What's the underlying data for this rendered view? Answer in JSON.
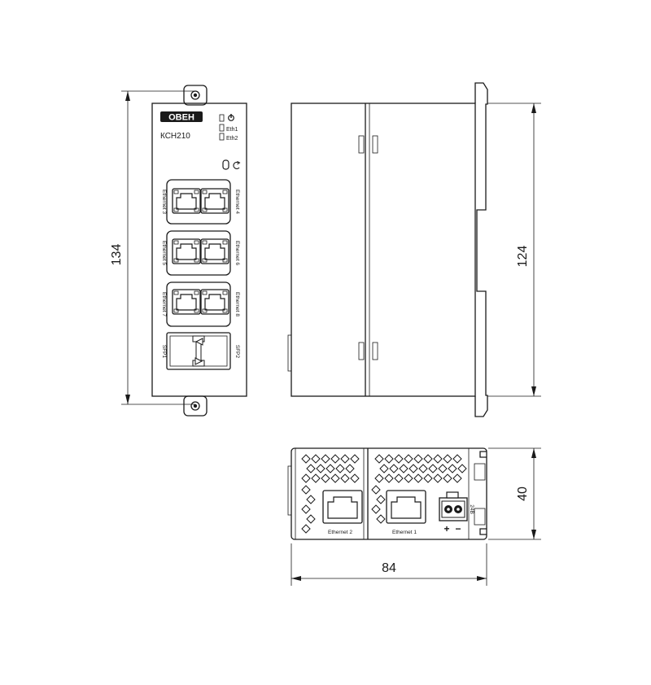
{
  "front": {
    "brand": "ОВЕН",
    "model": "КСН210",
    "indicators": [
      "Eth1",
      "Eth2"
    ],
    "port_labels_left": [
      "Ethernet 3",
      "Ethernet 5",
      "Ethernet 7"
    ],
    "port_labels_right": [
      "Ethernet 4",
      "Ethernet 6",
      "Ethernet 8"
    ],
    "sfp_left": "SFP1",
    "sfp_right": "SFP2"
  },
  "bottom": {
    "port_labels": [
      "Ethernet 2",
      "Ethernet 1"
    ],
    "power_label": "24В",
    "plus": "+",
    "minus": "−"
  },
  "dimensions": {
    "height_front": "134",
    "height_side": "124",
    "depth_bottom": "40",
    "width_bottom": "84"
  }
}
